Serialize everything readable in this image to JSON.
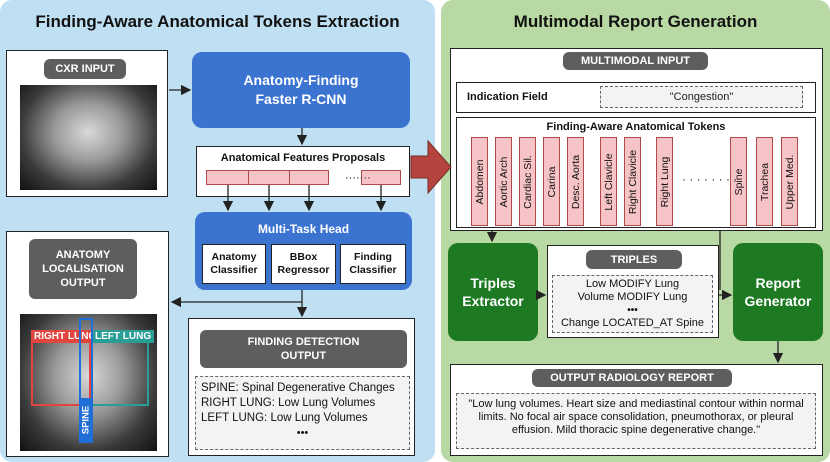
{
  "left_panel": {
    "title": "Finding-Aware Anatomical Tokens Extraction",
    "cxr_input": "CXR INPUT",
    "faster_rcnn": "Anatomy-Finding Faster R-CNN",
    "features_proposals": "Anatomical Features Proposals",
    "multi_task_head": {
      "title": "Multi-Task Head",
      "heads": [
        "Anatomy Classifier",
        "BBox Regressor",
        "Finding Classifier"
      ]
    },
    "localisation": {
      "title": "ANATOMY LOCALISATION OUTPUT",
      "right_lung": "RIGHT LUNG",
      "left_lung": "LEFT LUNG",
      "spine": "SPINE"
    },
    "finding_detection": {
      "title": "FINDING DETECTION OUTPUT",
      "lines": [
        "SPINE: Spinal Degenerative Changes",
        "RIGHT LUNG: Low Lung Volumes",
        "LEFT LUNG: Low Lung Volumes",
        "•••"
      ]
    }
  },
  "right_panel": {
    "title": "Multimodal Report Generation",
    "multimodal_input": "MULTIMODAL INPUT",
    "indication_label": "Indication Field",
    "indication_value": "\"Congestion\"",
    "tokens_title": "Finding-Aware Anatomical Tokens",
    "tokens": [
      "Abdomen",
      "Aortic Arch",
      "Cardiac Sil.",
      "Carina",
      "Desc. Aorta",
      "Left Clavicle",
      "Right Clavicle",
      "Right Lung",
      "Spine",
      "Trachea",
      "Upper Med."
    ],
    "triples_extractor": "Triples Extractor",
    "triples": {
      "title": "TRIPLES",
      "lines": [
        "Low MODIFY Lung",
        "Volume MODIFY Lung",
        "•••",
        "Change LOCATED_AT Spine"
      ]
    },
    "report_generator": "Report Generator",
    "output_report": {
      "title": "OUTPUT RADIOLOGY REPORT",
      "text": "\"Low lung volumes. Heart size and mediastinal contour within normal limits. No focal air space consolidation, pneumothorax, or pleural effusion. Mild thoracic spine degenerative change.\""
    }
  },
  "colors": {
    "left_bg": "#bfe0f2",
    "right_bg": "#b9d9a4",
    "blue_node": "#3b73d0",
    "green_node": "#1d7a22",
    "token_pink": "#f6c3c6",
    "arrow_red": "#b5443f",
    "right_lung_box": "#e0463e",
    "left_lung_box": "#2a9d95",
    "spine_box": "#1f6fd6"
  }
}
